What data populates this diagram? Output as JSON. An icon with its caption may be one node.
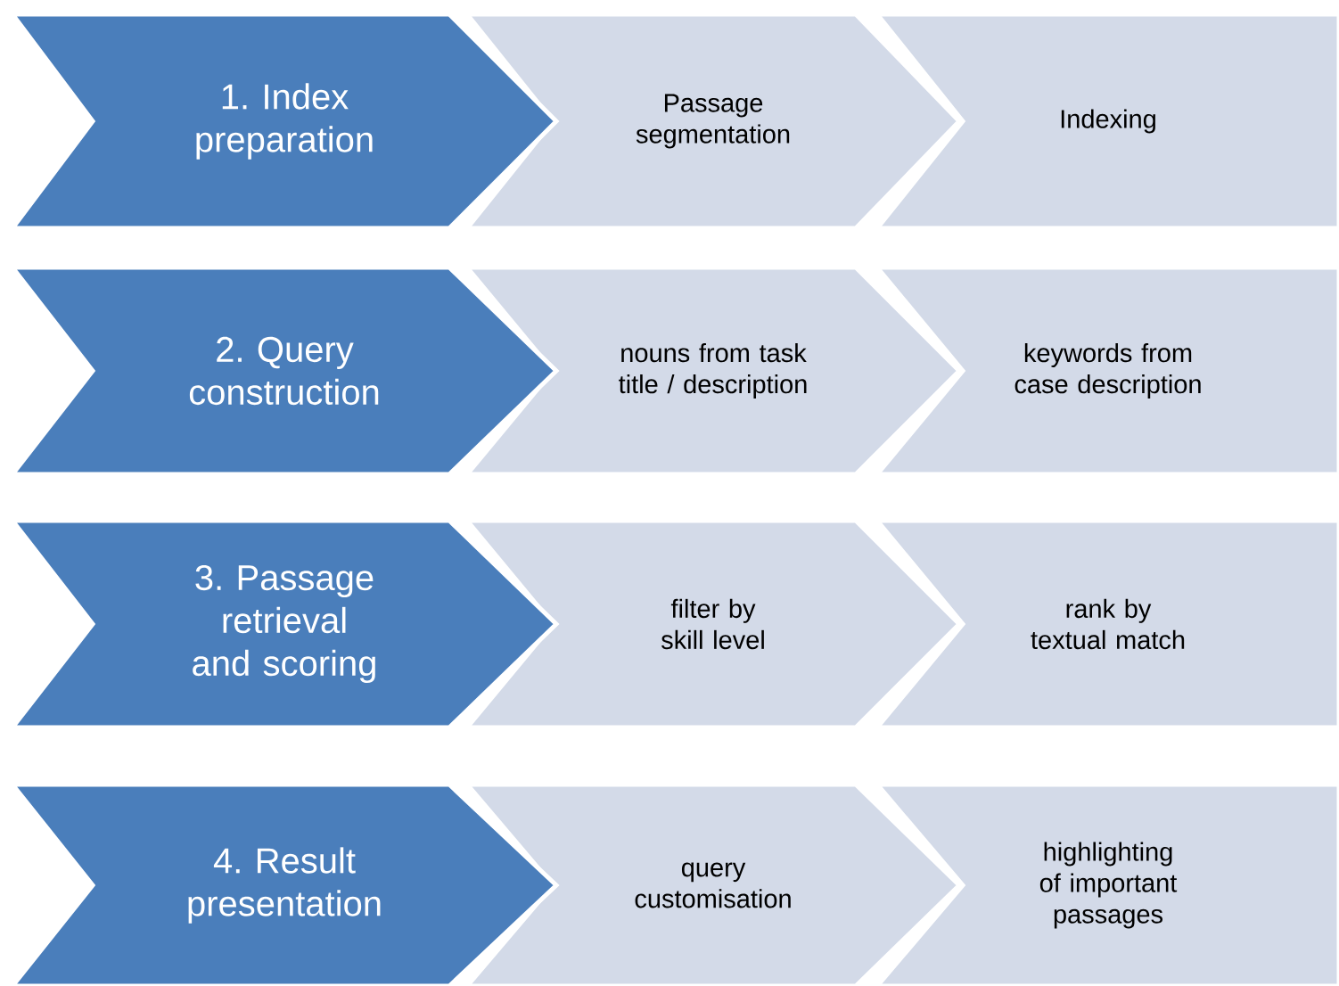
{
  "diagram": {
    "nodes": [
      {
        "text": [
          "1. Index preparation"
        ]
      },
      {
        "text": [
          "Passage segmentation"
        ]
      },
      {
        "text": [
          "Indexing"
        ]
      },
      {
        "text": [
          "2. Query construction"
        ]
      },
      {
        "text": [
          "nouns from task title / description"
        ]
      },
      {
        "text": [
          "keywords from case description"
        ]
      },
      {
        "text": [
          "3. Passage retrieval and scoring"
        ]
      },
      {
        "text": [
          "filter by skill level"
        ]
      },
      {
        "text": [
          "rank by textual match"
        ]
      },
      {
        "text": [
          "4. Result presentation"
        ]
      },
      {
        "text": [
          "query customisation"
        ]
      },
      {
        "text": [
          "highlighting of important passages"
        ]
      }
    ]
  }
}
